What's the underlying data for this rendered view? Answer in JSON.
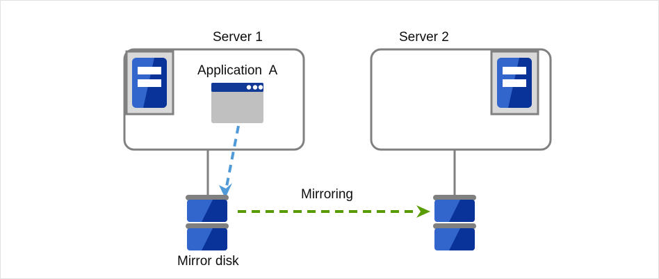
{
  "diagram": {
    "title_server1": "Server 1",
    "title_server2": "Server 2",
    "app_label": "Application  A",
    "mirroring_label": "Mirroring",
    "mirror_disk_label": "Mirror disk",
    "colors": {
      "border_gray": "#808080",
      "icon_frame_gray": "#d9d9d9",
      "icon_frame_stroke": "#808080",
      "blue_light": "#3366cc",
      "blue_dark": "#0a3399",
      "window_titlebar": "#103a96",
      "window_body": "#c0c0c0",
      "disk_bar_gray": "#808080",
      "arrow_blue": "#4f9ad7",
      "arrow_green": "#5a9b00",
      "page_border": "#e2e2e2",
      "text": "#0d0d0d"
    },
    "icons": {
      "server1_icon": "server-tower-icon",
      "server2_icon": "server-tower-icon",
      "app_icon": "application-window-icon",
      "disk1_icon": "mirror-disk-icon",
      "disk2_icon": "mirror-disk-icon",
      "replication_arrow": "dashed-arrow-blue-icon",
      "mirroring_arrow": "dashed-arrow-green-icon"
    }
  }
}
